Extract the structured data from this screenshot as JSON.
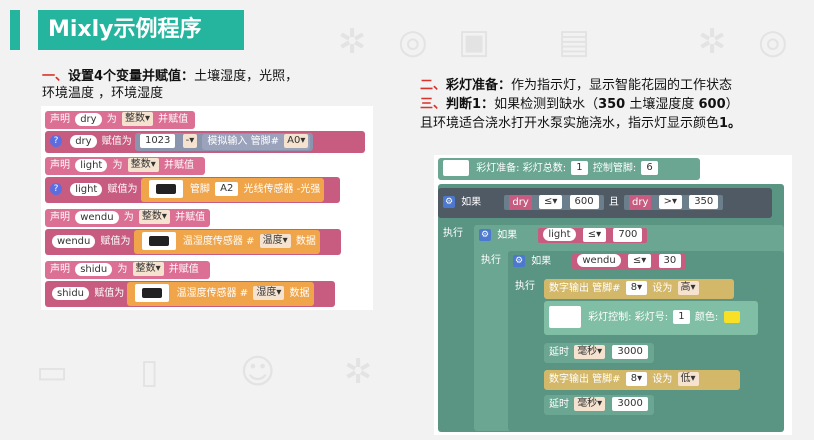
{
  "title": "Mixly示例程序",
  "left_text": {
    "line1_prefix": "一、",
    "line1_bold": "设置4个变量并赋值：",
    "line1_rest": "土壤湿度，光照，",
    "line2": "环境温度 ，环境湿度"
  },
  "right_text": {
    "l1_num": "二、",
    "l1_bold": "彩灯准备：",
    "l1_rest": "作为指示灯，显示智能花园的工作状态",
    "l2_num": "三、",
    "l2_bold": "判断1：",
    "l2_rest": "如果检测到缺水（",
    "l2_val1": "350",
    "l2_mid": " 土壤湿度度 ",
    "l2_val2": "600",
    "l2_end": "）",
    "l3_pre": "且环境适合浇水打开水泵实施浇水，指示灯显示颜色",
    "l3_bold": "1。"
  },
  "left_blocks": {
    "declare": "声明",
    "as": "为",
    "int": "整数▾",
    "assign": "并赋值",
    "value_is": "赋值为",
    "v_dry": "dry",
    "v_light": "light",
    "v_wendu": "wendu",
    "v_shidu": "shidu",
    "num_1023": "1023",
    "minus": "-▾",
    "analog_read": "模拟输入 管脚#",
    "pin_a0": "A0▾",
    "pin_label": "管脚",
    "pin_a2": "A2",
    "light_sensor": "光线传感器 -光强",
    "dht_sensor": "温湿度传感器 #",
    "temp": "温度▾",
    "humidity": "湿度▾",
    "data": "数据"
  },
  "right_blocks": {
    "rgb_init": "彩灯准备: 彩灯总数:",
    "rgb_count": "1",
    "ctrl_pin": "控制管脚:",
    "ctrl_pin_val": "6",
    "if_label": "如果",
    "and": "且",
    "then_label": "执行",
    "dry": "dry",
    "light": "light",
    "wendu": "wendu",
    "le": "≤▾",
    "gt": ">▾",
    "n600": "600",
    "n350": "350",
    "n700": "700",
    "n30": "30",
    "digital_out": "数字输出 管脚#",
    "pin8": "8▾",
    "set_to": "设为",
    "high": "高▾",
    "low": "低▾",
    "rgb_ctrl": "彩灯控制: 彩灯号:",
    "rgb_num": "1",
    "color": "颜色:",
    "delay": "延时",
    "ms": "毫秒▾",
    "n3000a": "3000",
    "n3000b": "3000"
  },
  "colors": {
    "title_bg": "#25b59e",
    "yellow": "#f7e025"
  }
}
